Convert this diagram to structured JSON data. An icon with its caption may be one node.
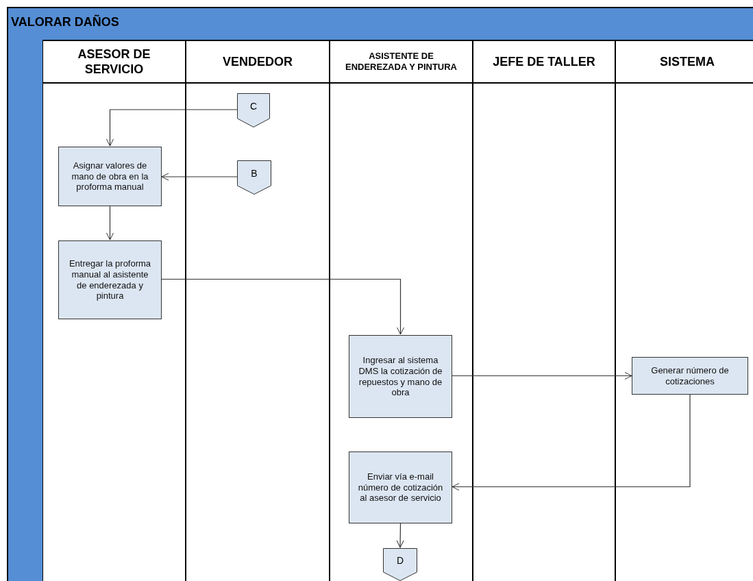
{
  "diagram": {
    "nodes": [
      {
        "text": [
          "VALORAR DAÑOS"
        ]
      },
      {
        "text": [
          "ASESOR DE SERVICIO"
        ],
        "in": 0
      },
      {
        "text": [
          "VENDEDOR"
        ],
        "in": 0
      },
      {
        "text": [
          "ASISTENTE DE ENDEREZADA Y PINTURA"
        ],
        "in": 0
      },
      {
        "text": [
          "JEFE DE TALLER"
        ],
        "in": 0
      },
      {
        "text": [
          "SISTEMA"
        ],
        "in": 0
      },
      {
        "text": [
          "C"
        ],
        "in": 2
      },
      {
        "text": [
          "Asignar valores de mano de obra en la proforma manual"
        ],
        "in": 1
      },
      {
        "text": [
          "B"
        ],
        "in": 2
      },
      {
        "text": [
          "Entregar la proforma manual al asistente de enderezada y pintura"
        ],
        "in": 1
      },
      {
        "text": [
          "Ingresar al sistema DMS la cotización de repuestos y mano de obra"
        ],
        "in": 3
      },
      {
        "text": [
          "Generar número de cotizaciones"
        ],
        "in": 5
      },
      {
        "text": [
          "Enviar vía e-mail número de cotización al asesor de servicio"
        ],
        "in": 3
      },
      {
        "text": [
          "D"
        ],
        "in": 3
      }
    ],
    "edges": [
      {
        "from": 6,
        "to": 7,
        "arrow": "to"
      },
      {
        "from": 8,
        "to": 7,
        "arrow": "to"
      },
      {
        "from": 7,
        "to": 9,
        "arrow": "to"
      },
      {
        "from": 9,
        "to": 10,
        "arrow": "to"
      },
      {
        "from": 10,
        "to": 11,
        "arrow": "to"
      },
      {
        "from": 11,
        "to": 12,
        "arrow": "to"
      },
      {
        "from": 12,
        "to": 13,
        "arrow": "to"
      }
    ]
  }
}
